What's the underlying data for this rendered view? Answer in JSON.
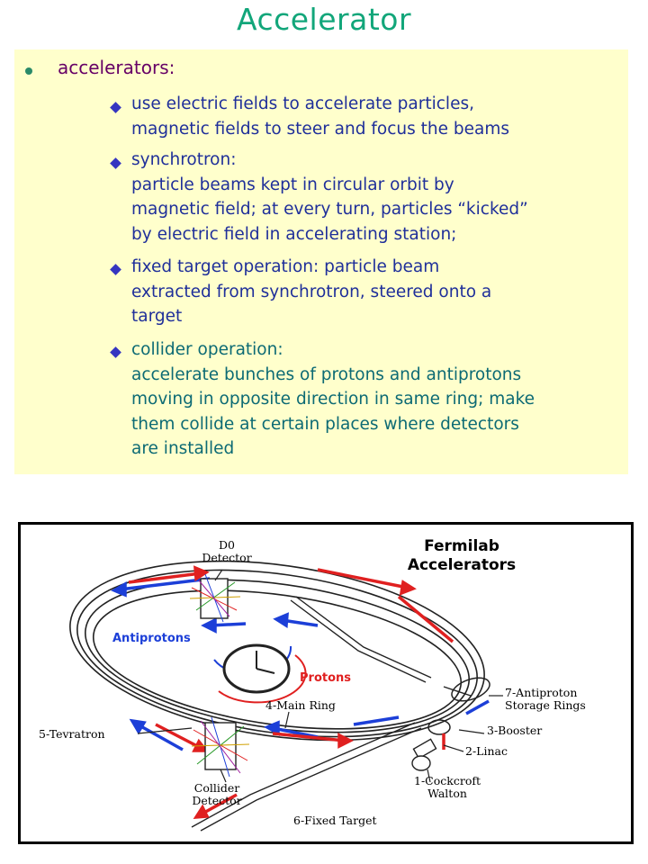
{
  "slide": {
    "title": "Accelerator",
    "heading": "accelerators:",
    "bullets": [
      "use electric fields to accelerate particles,\nmagnetic fields to steer and focus the beams",
      "synchrotron:\nparticle beams kept in circular orbit by\nmagnetic field; at every turn, particles “kicked”\nby electric field in accelerating station;",
      "fixed target operation:  particle beam\nextracted from synchrotron, steered onto a\ntarget",
      "collider operation:\naccelerate bunches of protons and antiprotons\nmoving in opposite direction in same ring;  make\nthem collide at certain places where detectors\nare installed"
    ]
  },
  "figure": {
    "title": "Fermilab\nAccelerators",
    "labels": {
      "d0": "D0\nDetector",
      "antiprotons": "Antiprotons",
      "protons": "Protons",
      "main_ring": "4-Main Ring",
      "tevatron": "5-Tevratron",
      "antiproton_rings": "7-Antiproton\nStorage Rings",
      "booster": "3-Booster",
      "linac": "2-Linac",
      "cockcroft": "1-Cockcroft\nWalton",
      "collider": "Collider\nDetector",
      "fixed_target": "6-Fixed Target"
    },
    "colors": {
      "antiproton_beam": "#1c3fd8",
      "proton_beam": "#e02020"
    }
  }
}
